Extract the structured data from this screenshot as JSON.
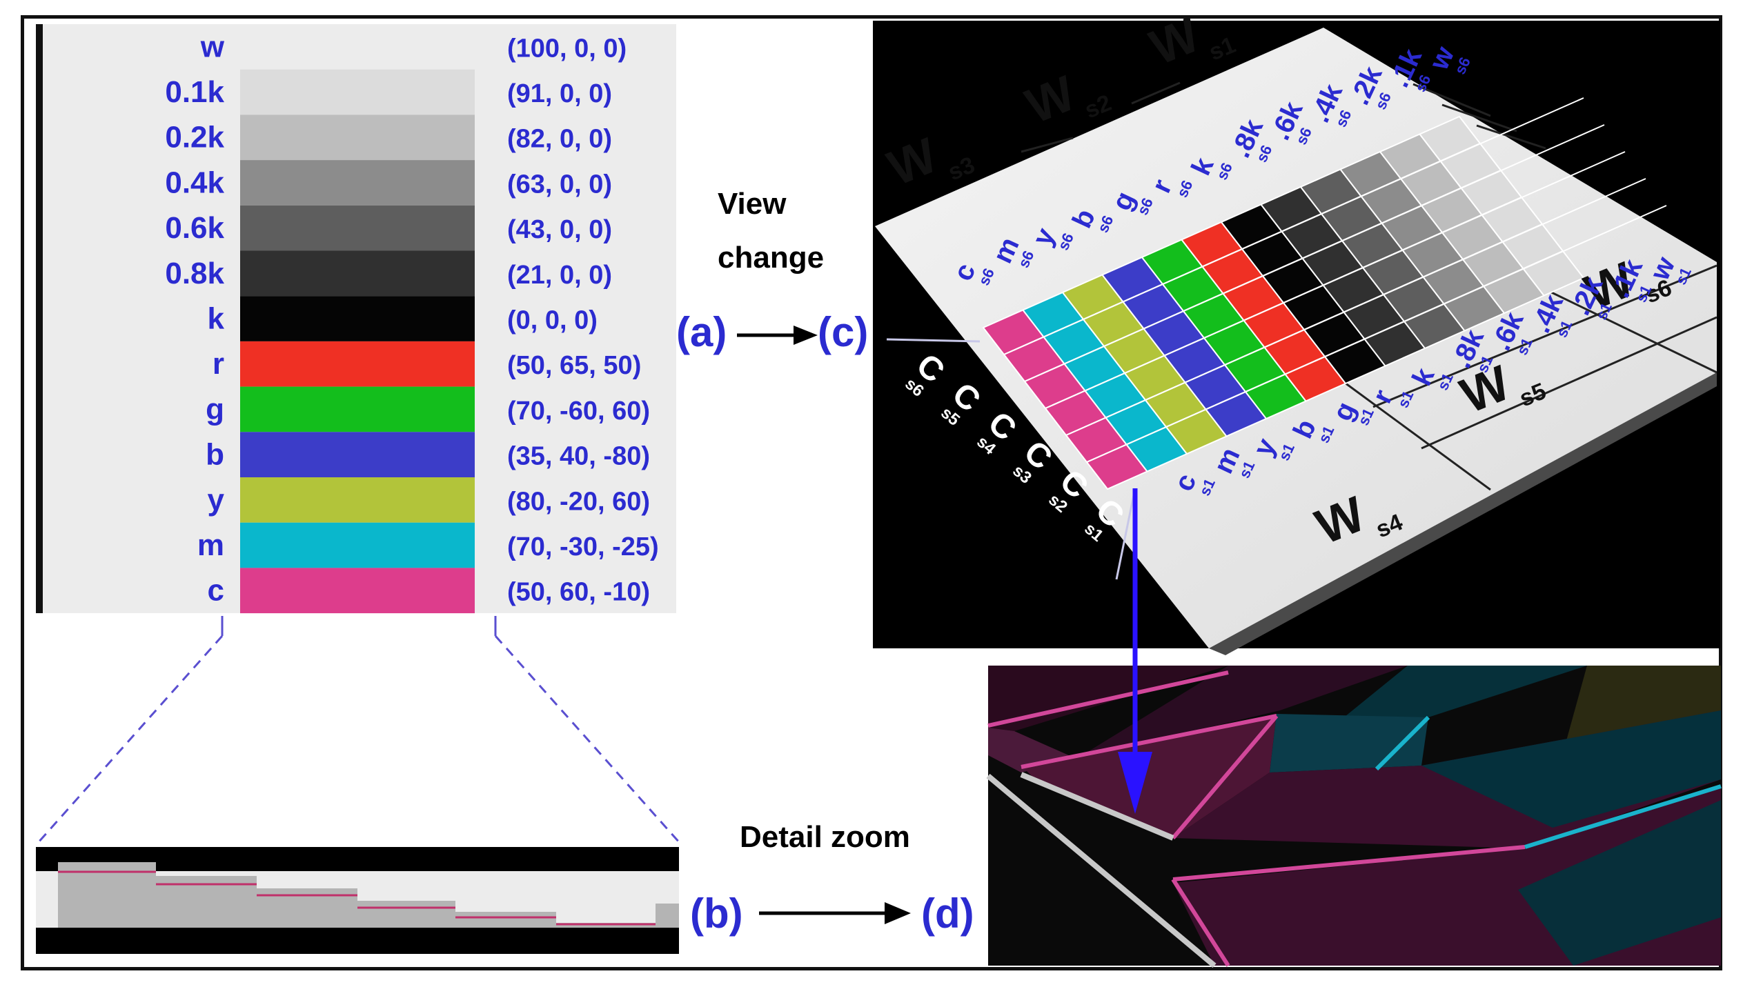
{
  "panel_a": {
    "swatches": [
      {
        "name": "w",
        "lab": "(100, 0, 0)",
        "color": "#f0f0f0"
      },
      {
        "name": "0.1k",
        "lab": "(91, 0, 0)",
        "color": "#dcdcdc"
      },
      {
        "name": "0.2k",
        "lab": "(82, 0, 0)",
        "color": "#bdbdbd"
      },
      {
        "name": "0.4k",
        "lab": "(63, 0, 0)",
        "color": "#8c8c8c"
      },
      {
        "name": "0.6k",
        "lab": "(43, 0, 0)",
        "color": "#5e5e5e"
      },
      {
        "name": "0.8k",
        "lab": "(21, 0, 0)",
        "color": "#303030"
      },
      {
        "name": "k",
        "lab": "(0, 0, 0)",
        "color": "#050505"
      },
      {
        "name": "r",
        "lab": "(50, 65, 50)",
        "color": "#ef3024"
      },
      {
        "name": "g",
        "lab": "(70, -60, 60)",
        "color": "#13be1c"
      },
      {
        "name": "b",
        "lab": "(35, 40, -80)",
        "color": "#3c3dc8"
      },
      {
        "name": "y",
        "lab": "(80, -20, 60)",
        "color": "#b2c43a"
      },
      {
        "name": "m",
        "lab": "(70, -30, -25)",
        "color": "#0ab7cc"
      },
      {
        "name": "c",
        "lab": "(50, 60, -10)",
        "color": "#dd3d8c"
      }
    ]
  },
  "arrows": {
    "a_to_c": {
      "from": "(a)",
      "to": "(c)",
      "caption_line1": "View",
      "caption_line2": "change"
    },
    "b_to_d": {
      "from": "(b)",
      "to": "(d)",
      "caption": "Detail zoom"
    }
  },
  "panel_c": {
    "white_labels": {
      "ws3": "W",
      "ws3_sub": "s3",
      "ws2": "W",
      "ws2_sub": "s2",
      "ws1": "W",
      "ws1_sub": "s1",
      "ws6": "W",
      "ws6_sub": "s6",
      "ws5": "W",
      "ws5_sub": "s5",
      "ws4": "W",
      "ws4_sub": "s4"
    },
    "row_s6_labels": [
      "c",
      "m",
      "y",
      "b",
      "g",
      "r",
      "k",
      ".8k",
      ".6k",
      ".4k",
      ".2k",
      ".1k",
      "w"
    ],
    "row_s1_labels": [
      "c",
      "m",
      "y",
      "b",
      "g",
      "r",
      "k",
      ".8k",
      ".6k",
      ".4k",
      ".2k",
      ".1k",
      "w"
    ],
    "s6_sub": "s6",
    "s1_sub": "s1",
    "c_labels": [
      "C",
      "C",
      "C",
      "C",
      "C",
      "C"
    ],
    "c_subs": [
      "s6",
      "s5",
      "s4",
      "s3",
      "s2",
      "s1"
    ]
  },
  "colors": {
    "label_blue": "#2b2bd0",
    "arrow_blue": "#2a12ff",
    "black": "#000000"
  }
}
